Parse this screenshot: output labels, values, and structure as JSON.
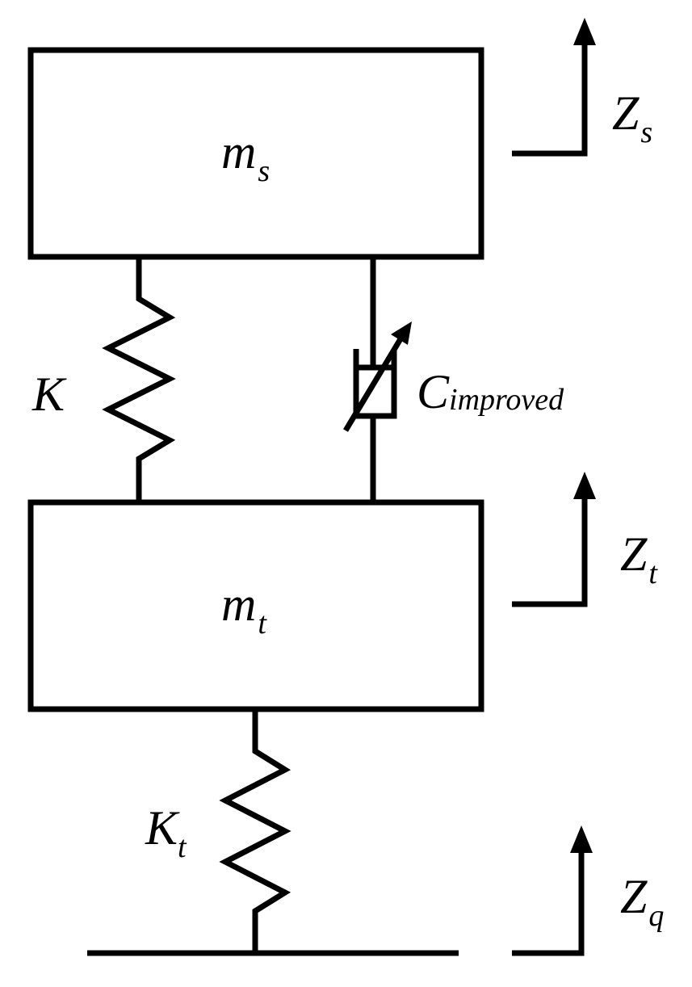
{
  "sprung_mass": {
    "symbol": "m",
    "subscript": "s"
  },
  "unsprung_mass": {
    "symbol": "m",
    "subscript": "t"
  },
  "suspension_spring": {
    "symbol": "K"
  },
  "damper": {
    "symbol": "C",
    "subscript": "improved"
  },
  "tire_spring": {
    "symbol": "K",
    "subscript": "t"
  },
  "displacement_sprung": {
    "symbol": "Z",
    "subscript": "s"
  },
  "displacement_unsprung": {
    "symbol": "Z",
    "subscript": "t"
  },
  "displacement_road": {
    "symbol": "Z",
    "subscript": "q"
  },
  "colors": {
    "stroke": "#000000",
    "background": "#ffffff"
  }
}
